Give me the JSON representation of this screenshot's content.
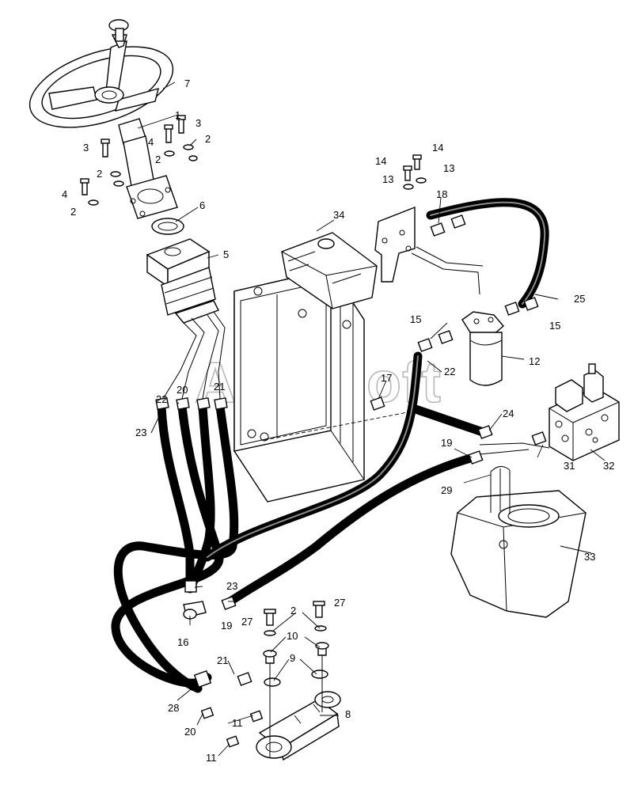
{
  "watermark": "AutoSoft",
  "callouts": [
    {
      "id": "c1",
      "text": "1"
    },
    {
      "id": "c2a",
      "text": "2"
    },
    {
      "id": "c2b",
      "text": "2"
    },
    {
      "id": "c2c",
      "text": "2"
    },
    {
      "id": "c2d",
      "text": "2"
    },
    {
      "id": "c2e",
      "text": "2"
    },
    {
      "id": "c3a",
      "text": "3"
    },
    {
      "id": "c3b",
      "text": "3"
    },
    {
      "id": "c4a",
      "text": "4"
    },
    {
      "id": "c4b",
      "text": "4"
    },
    {
      "id": "c5",
      "text": "5"
    },
    {
      "id": "c6",
      "text": "6"
    },
    {
      "id": "c7",
      "text": "7"
    },
    {
      "id": "c8",
      "text": "8"
    },
    {
      "id": "c9",
      "text": "9"
    },
    {
      "id": "c10",
      "text": "10"
    },
    {
      "id": "c11a",
      "text": "11"
    },
    {
      "id": "c11b",
      "text": "11"
    },
    {
      "id": "c12",
      "text": "12"
    },
    {
      "id": "c13a",
      "text": "13"
    },
    {
      "id": "c13b",
      "text": "13"
    },
    {
      "id": "c14a",
      "text": "14"
    },
    {
      "id": "c14b",
      "text": "14"
    },
    {
      "id": "c15a",
      "text": "15"
    },
    {
      "id": "c15b",
      "text": "15"
    },
    {
      "id": "c16",
      "text": "16"
    },
    {
      "id": "c17",
      "text": "17"
    },
    {
      "id": "c18",
      "text": "18"
    },
    {
      "id": "c19a",
      "text": "19"
    },
    {
      "id": "c19b",
      "text": "19"
    },
    {
      "id": "c20a",
      "text": "20"
    },
    {
      "id": "c20b",
      "text": "20"
    },
    {
      "id": "c21a",
      "text": "21"
    },
    {
      "id": "c21b",
      "text": "21"
    },
    {
      "id": "c22a",
      "text": "22"
    },
    {
      "id": "c22b",
      "text": "22"
    },
    {
      "id": "c23a",
      "text": "23"
    },
    {
      "id": "c23b",
      "text": "23"
    },
    {
      "id": "c24",
      "text": "24"
    },
    {
      "id": "c25",
      "text": "25"
    },
    {
      "id": "c27a",
      "text": "27"
    },
    {
      "id": "c27b",
      "text": "27"
    },
    {
      "id": "c28",
      "text": "28"
    },
    {
      "id": "c29",
      "text": "29"
    },
    {
      "id": "c31",
      "text": "31"
    },
    {
      "id": "c32",
      "text": "32"
    },
    {
      "id": "c33",
      "text": "33"
    },
    {
      "id": "c34",
      "text": "34"
    }
  ]
}
